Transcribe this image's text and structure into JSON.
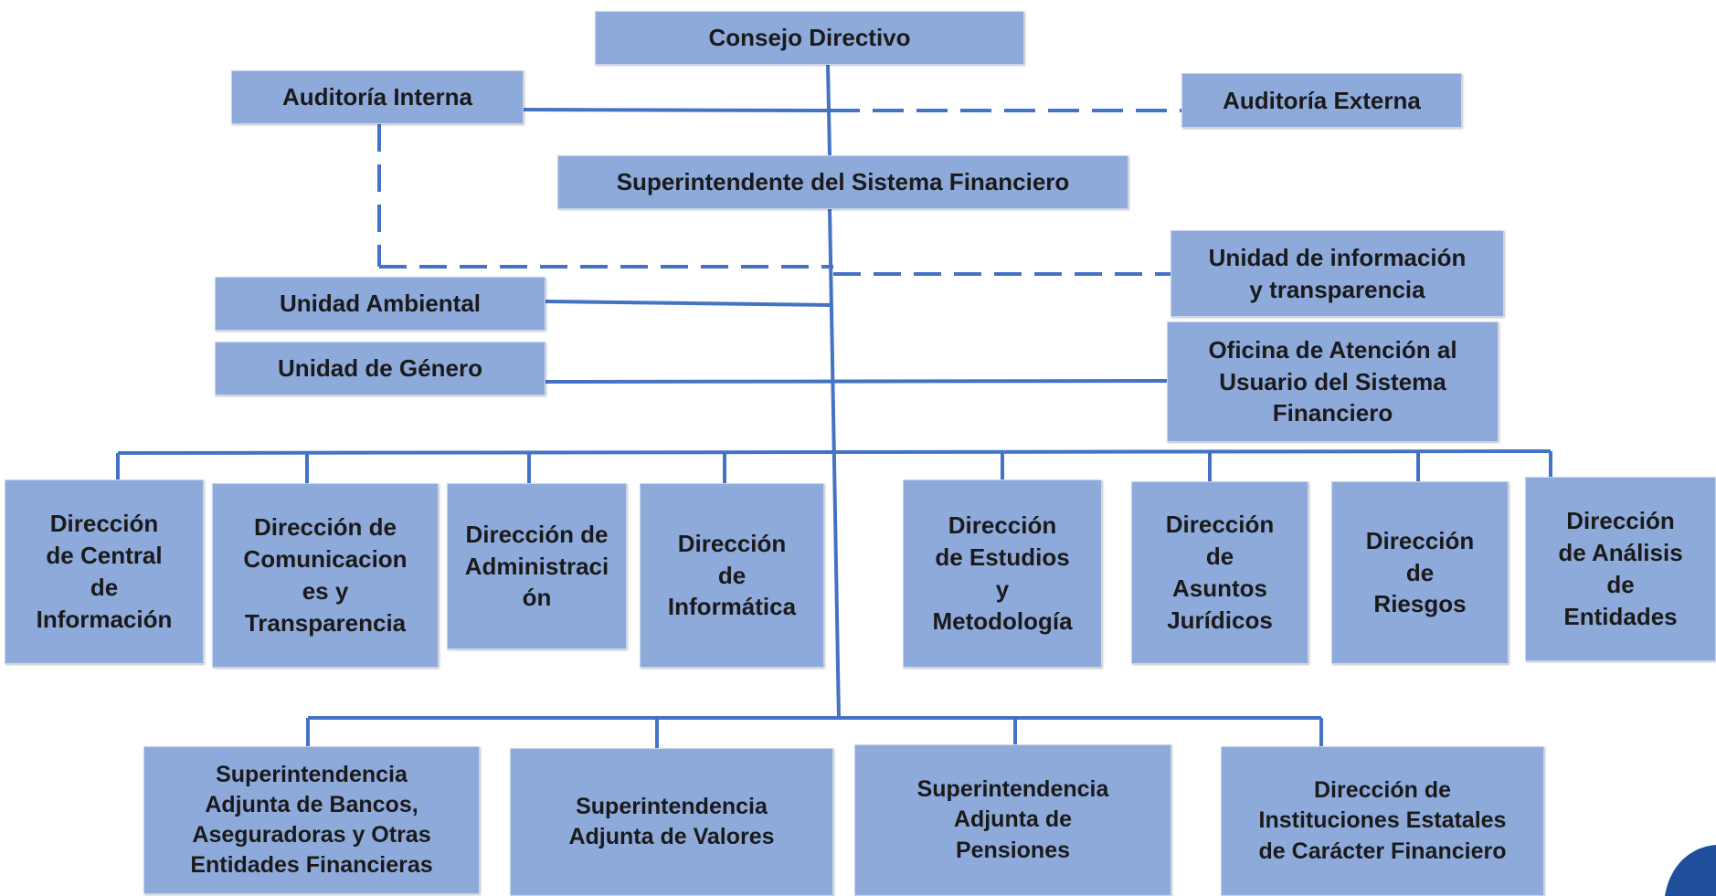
{
  "nodes": {
    "consejo": "Consejo Directivo",
    "auditoria_interna": "Auditoría Interna",
    "auditoria_externa": "Auditoría Externa",
    "superintendente": "Superintendente del Sistema Financiero",
    "unidad_info": "Unidad de información\ny transparencia",
    "unidad_ambiental": "Unidad Ambiental",
    "unidad_genero": "Unidad de Género",
    "oficina_atencion": "Oficina de Atención al\nUsuario del Sistema\nFinanciero",
    "dir_central": "Dirección\nde Central\nde\nInformación",
    "dir_comunicaciones": "Dirección de\nComunicacion\nes  y\nTransparencia",
    "dir_administracion": "Dirección de\nAdministraci\nón",
    "dir_informatica": "Dirección\nde\nInformática",
    "dir_estudios": "Dirección\nde Estudios\ny\nMetodología",
    "dir_juridicos": "Dirección\nde\nAsuntos\nJurídicos",
    "dir_riesgos": "Dirección\nde\nRiesgos",
    "dir_analisis": "Dirección\nde Análisis\nde\nEntidades",
    "sup_bancos": "Superintendencia\nAdjunta de Bancos,\nAseguradoras y Otras\nEntidades Financieras",
    "sup_valores": "Superintendencia\nAdjunta de Valores",
    "sup_pensiones": "Superintendencia\nAdjunta de\nPensiones",
    "dir_estatales": "Dirección de\nInstituciones Estatales\nde Carácter Financiero"
  },
  "colors": {
    "box_fill": "#8eaadb",
    "line": "#4472c4",
    "logo": "#1f4e9c"
  }
}
